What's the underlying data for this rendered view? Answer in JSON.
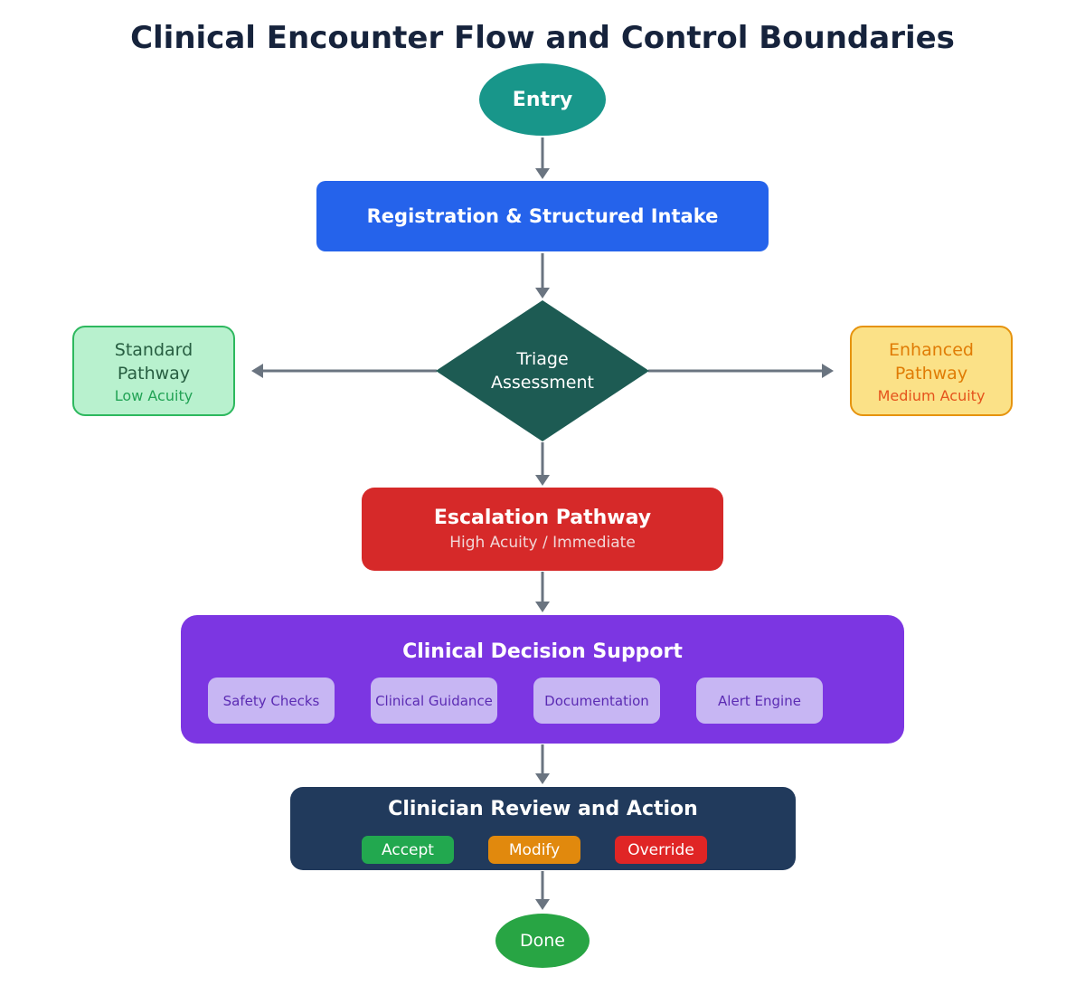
{
  "title": "Clinical Encounter Flow and Control Boundaries",
  "connector_color": "#6a7480",
  "nodes": {
    "entry": {
      "label": "Entry",
      "color": "#18968a"
    },
    "registration": {
      "label": "Registration & Structured Intake",
      "color": "#2563eb"
    },
    "triage": {
      "label": "Triage Assessment",
      "color": "#1d5b53"
    },
    "standard_pathway": {
      "title": "Standard Pathway",
      "subtitle": "Low Acuity",
      "fill": "#b8f1ce",
      "border": "#2db85e",
      "title_color": "#275e41",
      "subtitle_color": "#22a355"
    },
    "enhanced_pathway": {
      "title": "Enhanced Pathway",
      "subtitle": "Medium Acuity",
      "fill": "#fbe187",
      "border": "#e6930e",
      "title_color": "#e07c05",
      "subtitle_color": "#e5531c"
    },
    "escalation": {
      "title": "Escalation Pathway",
      "subtitle": "High Acuity / Immediate",
      "color": "#d62929"
    },
    "decision_support": {
      "title": "Clinical Decision Support",
      "color": "#7c36e2",
      "module_fill": "#c7b6f3",
      "module_text_color": "#5b2bb3",
      "modules": [
        "Safety Checks",
        "Clinical Guidance",
        "Documentation",
        "Alert Engine"
      ]
    },
    "review": {
      "title": "Clinician Review and Action",
      "color": "#213a5c",
      "actions": [
        {
          "label": "Accept",
          "color": "#22a84f"
        },
        {
          "label": "Modify",
          "color": "#e1890d"
        },
        {
          "label": "Override",
          "color": "#e02525"
        }
      ]
    },
    "done": {
      "label": "Done",
      "color": "#28a544"
    }
  }
}
